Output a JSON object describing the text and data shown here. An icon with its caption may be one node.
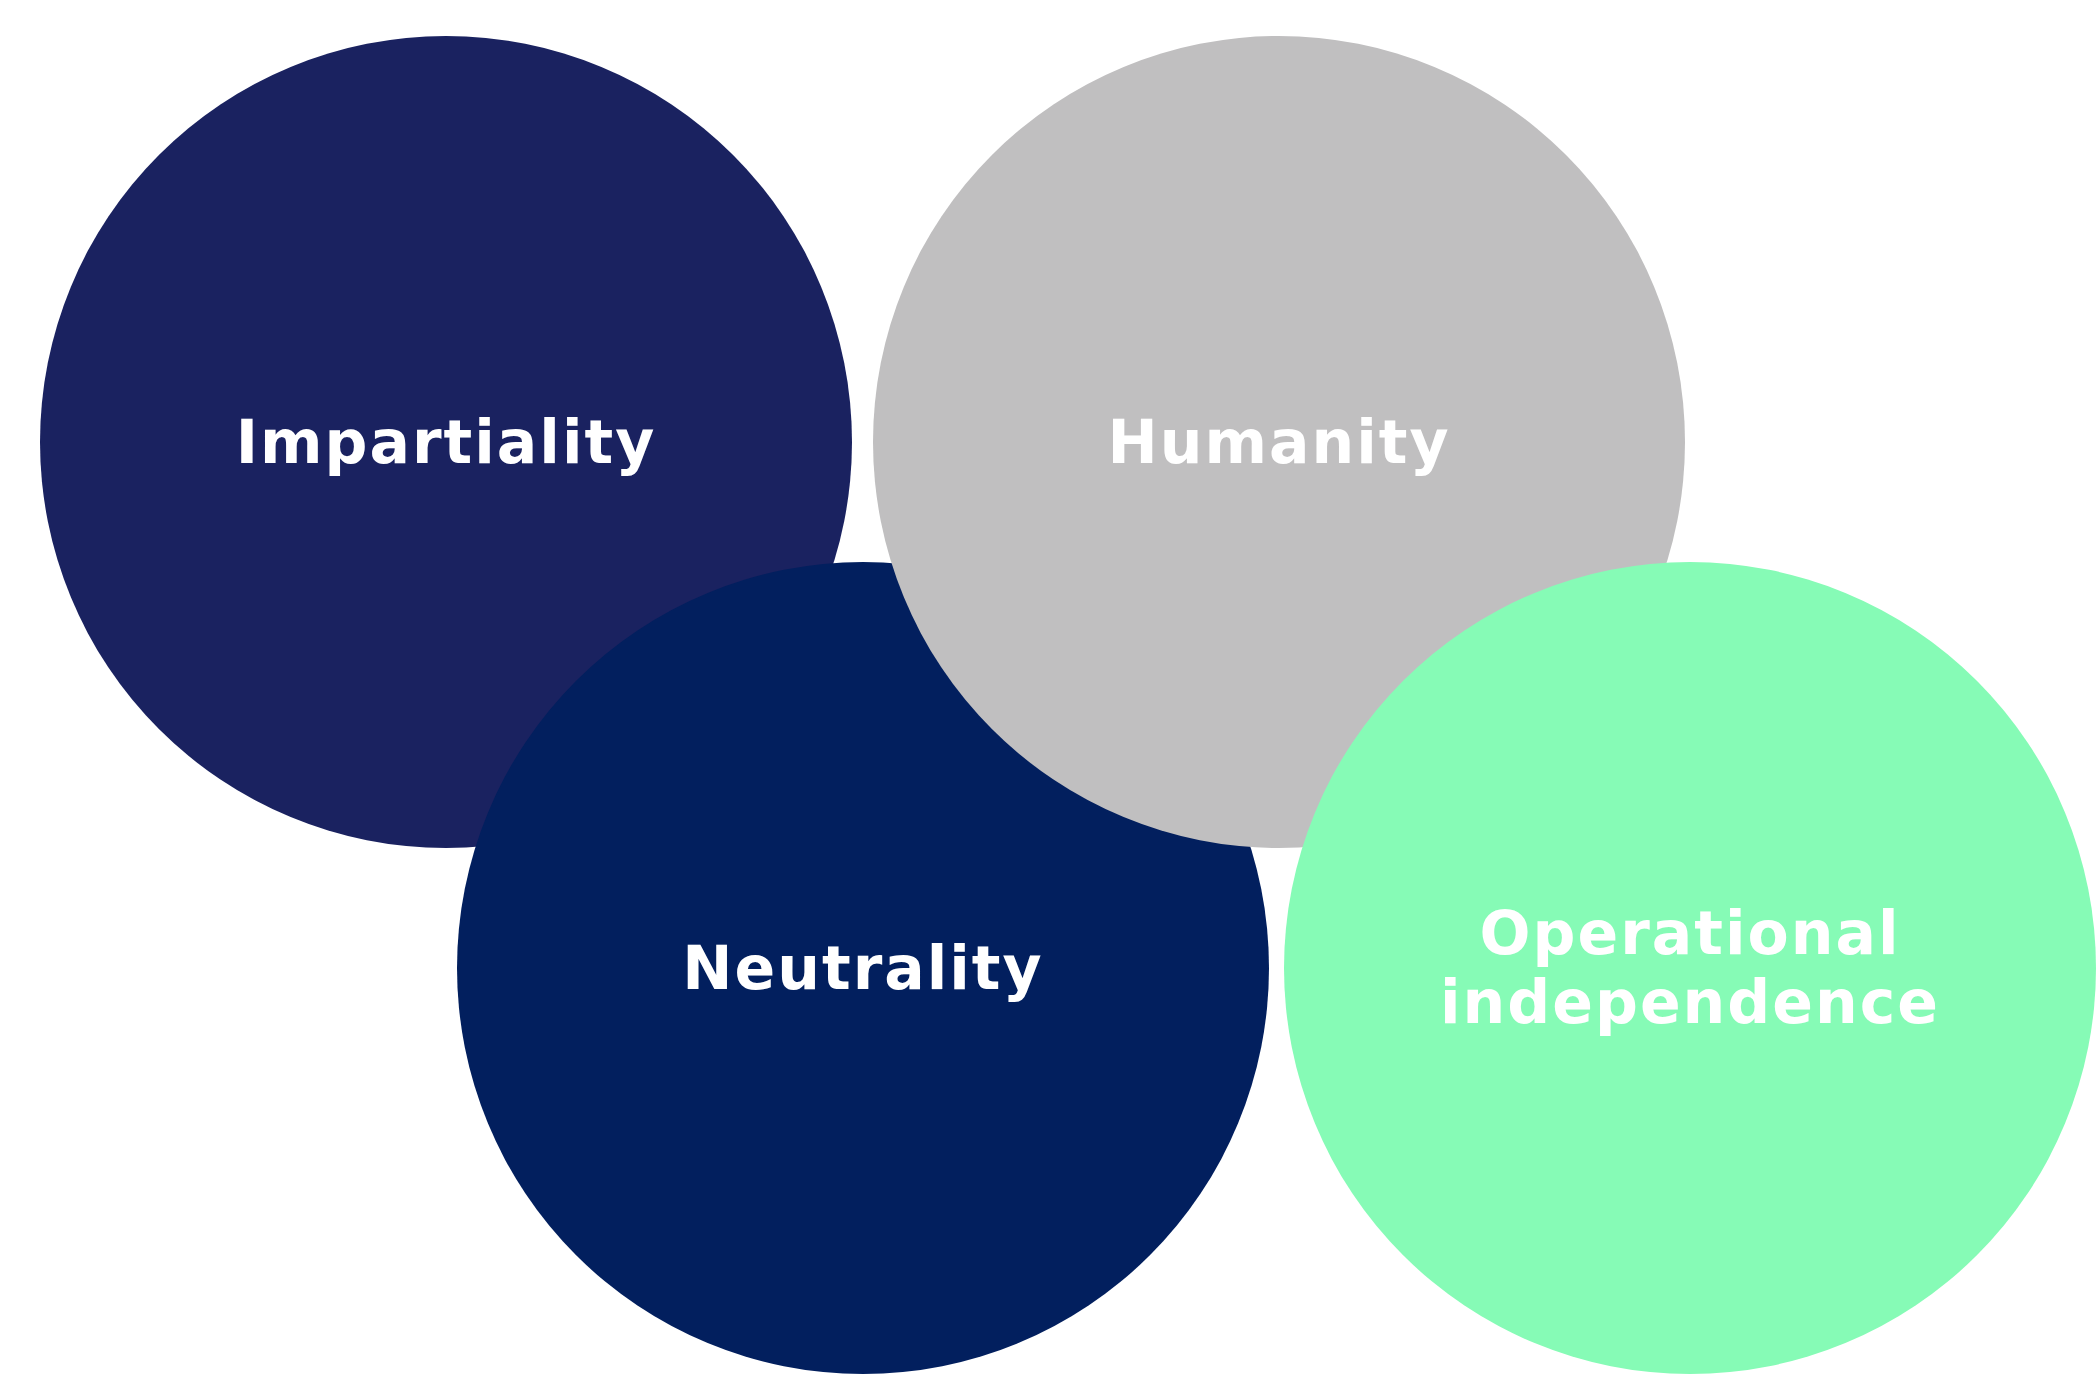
{
  "diagram": {
    "nodes": [
      {
        "text": [
          "Impartiality"
        ]
      },
      {
        "text": [
          "Humanity"
        ]
      },
      {
        "text": [
          "Neutrality"
        ]
      },
      {
        "text": [
          "Operational independence"
        ]
      }
    ]
  }
}
